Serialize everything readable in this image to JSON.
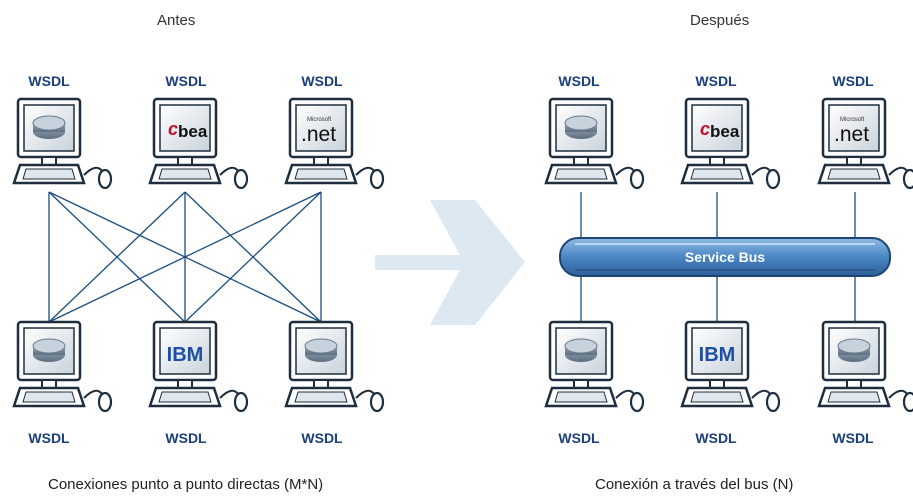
{
  "titles": {
    "before": "Antes",
    "after": "Después"
  },
  "captions": {
    "before": "Conexiones punto a punto directas (M*N)",
    "after": "Conexión a través del bus (N)"
  },
  "wsdl_label": "WSDL",
  "bus": {
    "label": "Service Bus"
  },
  "logos": {
    "bea": "bea",
    "net": ".net",
    "net_small": "Microsoft",
    "ibm": "IBM"
  },
  "colors": {
    "wsdl": "#1a3f7a",
    "lines": "#1c4d80",
    "bus": "#4a86c4",
    "arrow": "#d9e6f1"
  }
}
